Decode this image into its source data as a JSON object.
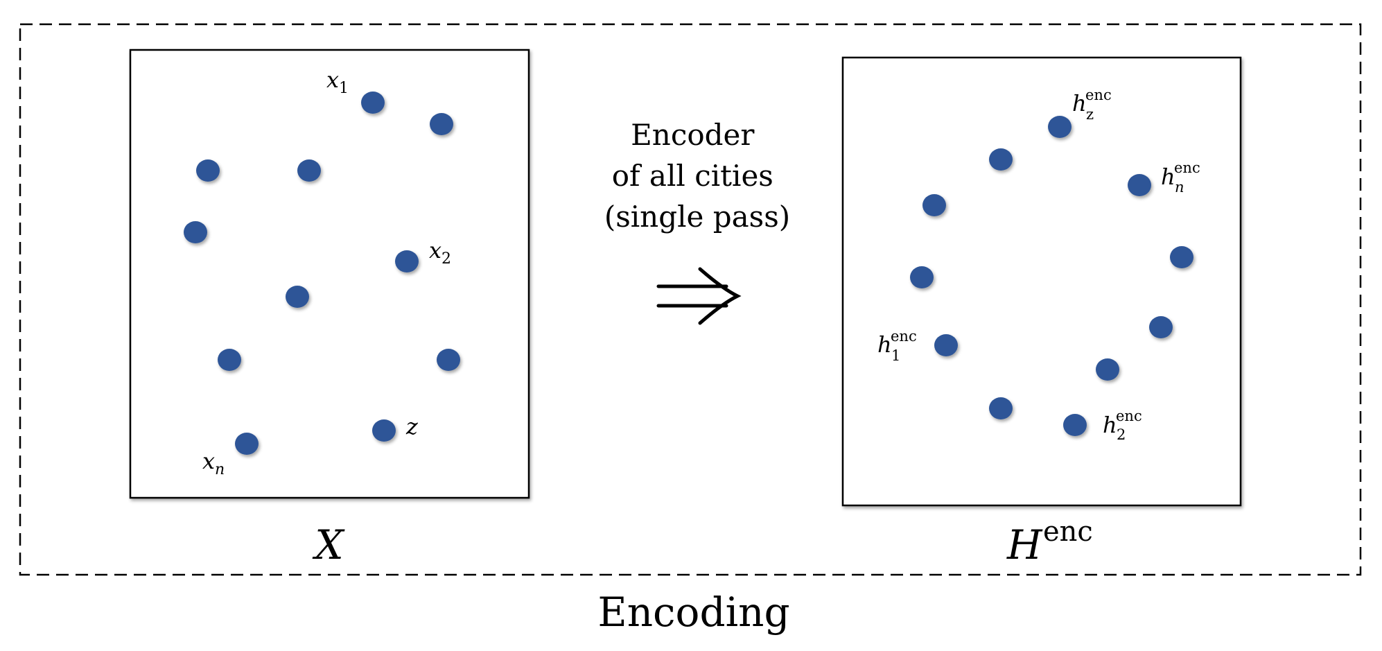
{
  "diagram": {
    "caption": "Encoding",
    "arrow": {
      "label_lines": [
        "Encoder",
        "of all cities",
        "(single pass)"
      ],
      "symbol": "⇒"
    },
    "input_panel": {
      "caption": "X",
      "labels": {
        "x1": {
          "base": "x",
          "sub": "1"
        },
        "x2": {
          "base": "x",
          "sub": "2"
        },
        "xn": {
          "base": "x",
          "sub": "n"
        },
        "z": {
          "base": "z"
        }
      }
    },
    "output_panel": {
      "caption": {
        "base": "H",
        "sup": "enc"
      },
      "labels": {
        "hz": {
          "base": "h",
          "sub": "z",
          "sup": "enc"
        },
        "hn": {
          "base": "h",
          "sub": "n",
          "sup": "enc"
        },
        "h1": {
          "base": "h",
          "sub": "1",
          "sup": "enc"
        },
        "h2": {
          "base": "h",
          "sub": "2",
          "sup": "enc"
        }
      }
    },
    "colors": {
      "node": "#2f5597",
      "frame": "#000000",
      "dashed_border": "#000000"
    }
  }
}
